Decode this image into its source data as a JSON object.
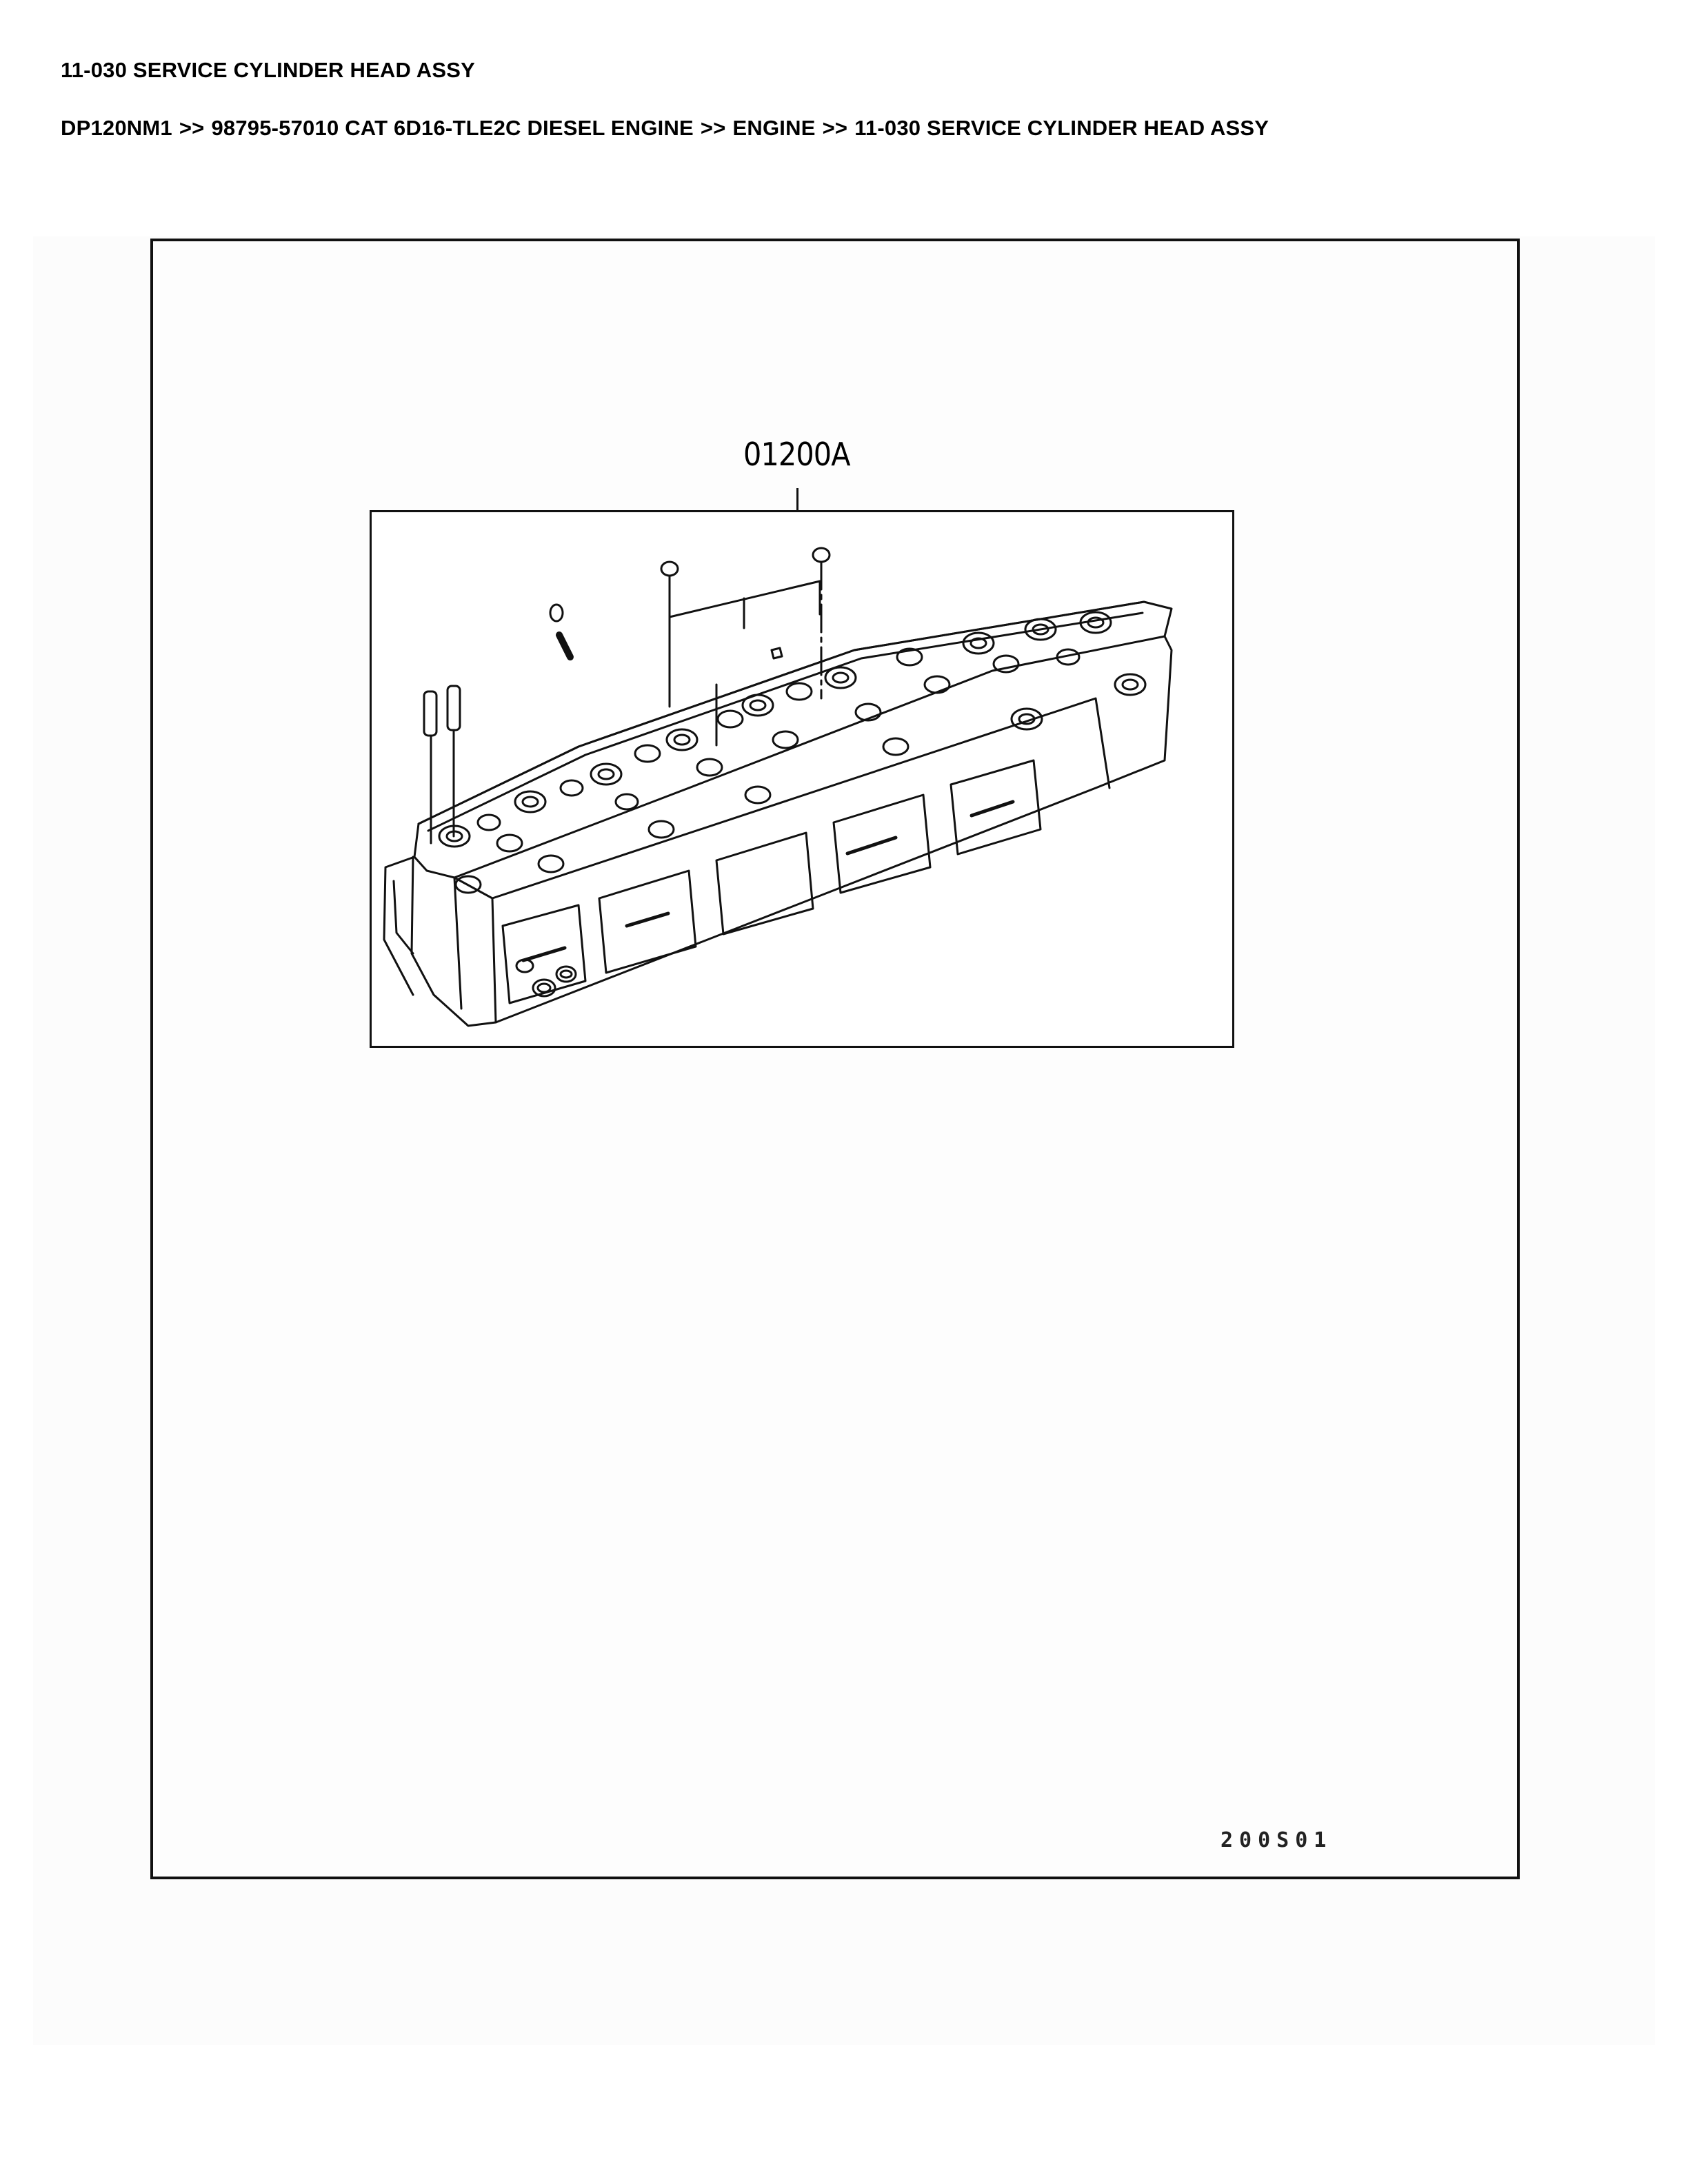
{
  "header": {
    "title": "11-030 SERVICE CYLINDER HEAD ASSY",
    "breadcrumb": [
      "DP120NM1",
      "98795-57010 CAT 6D16-TLE2C DIESEL ENGINE",
      "ENGINE",
      "11-030 SERVICE CYLINDER HEAD ASSY"
    ],
    "separator": ">>"
  },
  "diagram": {
    "callout_part_number": "01200A",
    "figure_number": "200S01",
    "subject": "cylinder-head-assembly",
    "parts_shown": [
      "cylinder-head",
      "valve-guide",
      "valve-guide",
      "stud",
      "nut",
      "valve-seat-insert",
      "valve-seat-insert",
      "expansion-plug",
      "plug",
      "cap-nut"
    ],
    "colors": {
      "line": "#111111",
      "page": "#ffffff",
      "scan_background": "#fcfcfc"
    }
  }
}
